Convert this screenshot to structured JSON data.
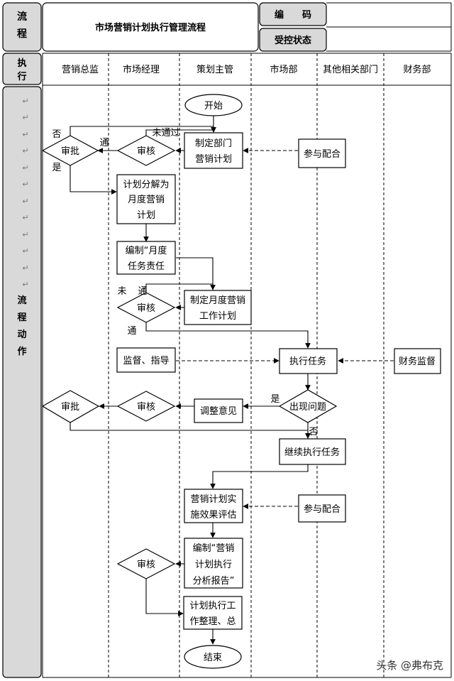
{
  "header": {
    "flow_label_1": "流",
    "flow_label_2": "程",
    "title": "市场营销计划执行管理流程",
    "code_label": "编　　码",
    "status_label": "受控状态",
    "code_value": "",
    "status_value": ""
  },
  "left_col": {
    "exec_1": "执",
    "exec_2": "行",
    "action": [
      "流",
      "程",
      "动",
      "作"
    ]
  },
  "lanes": [
    "营销总监",
    "市场经理",
    "策划主管",
    "市场部",
    "其他相关部门",
    "财务部"
  ],
  "nodes": {
    "start": "开始",
    "make_dept_plan": [
      "制定部门",
      "营销计划"
    ],
    "coop_1": "参与配合",
    "review_1": "审核",
    "approve_1": "审批",
    "split_plan": [
      "计划分解为",
      "月度营销",
      "计划"
    ],
    "compile_monthly": [
      "编制“月度",
      "任务责任"
    ],
    "make_monthly": [
      "制定月度营销",
      "工作计划"
    ],
    "review_2": "审核",
    "supervise": "监督、指导",
    "execute": "执行任务",
    "finance_supervise": "财务监督",
    "problem": "出现问题",
    "adjust": "调整意见",
    "review_3": "审核",
    "approve_2": "审批",
    "continue_exec": "继续执行任务",
    "evaluate": [
      "营销计划实",
      "施效果评估"
    ],
    "coop_2": "参与配合",
    "compile_report": [
      "编制“营销",
      "计划执行",
      "分析报告”"
    ],
    "review_4": "审核",
    "summary": [
      "计划执行工",
      "作整理、总"
    ],
    "end": "结束"
  },
  "edge_labels": {
    "no": "否",
    "pass": "通",
    "not_passed": "未通过",
    "yes": "是",
    "not": "未",
    "pass_2": "通",
    "pass_3": "通",
    "yes_2": "是",
    "no_2": "否"
  },
  "watermark": "头条 @弗布克"
}
